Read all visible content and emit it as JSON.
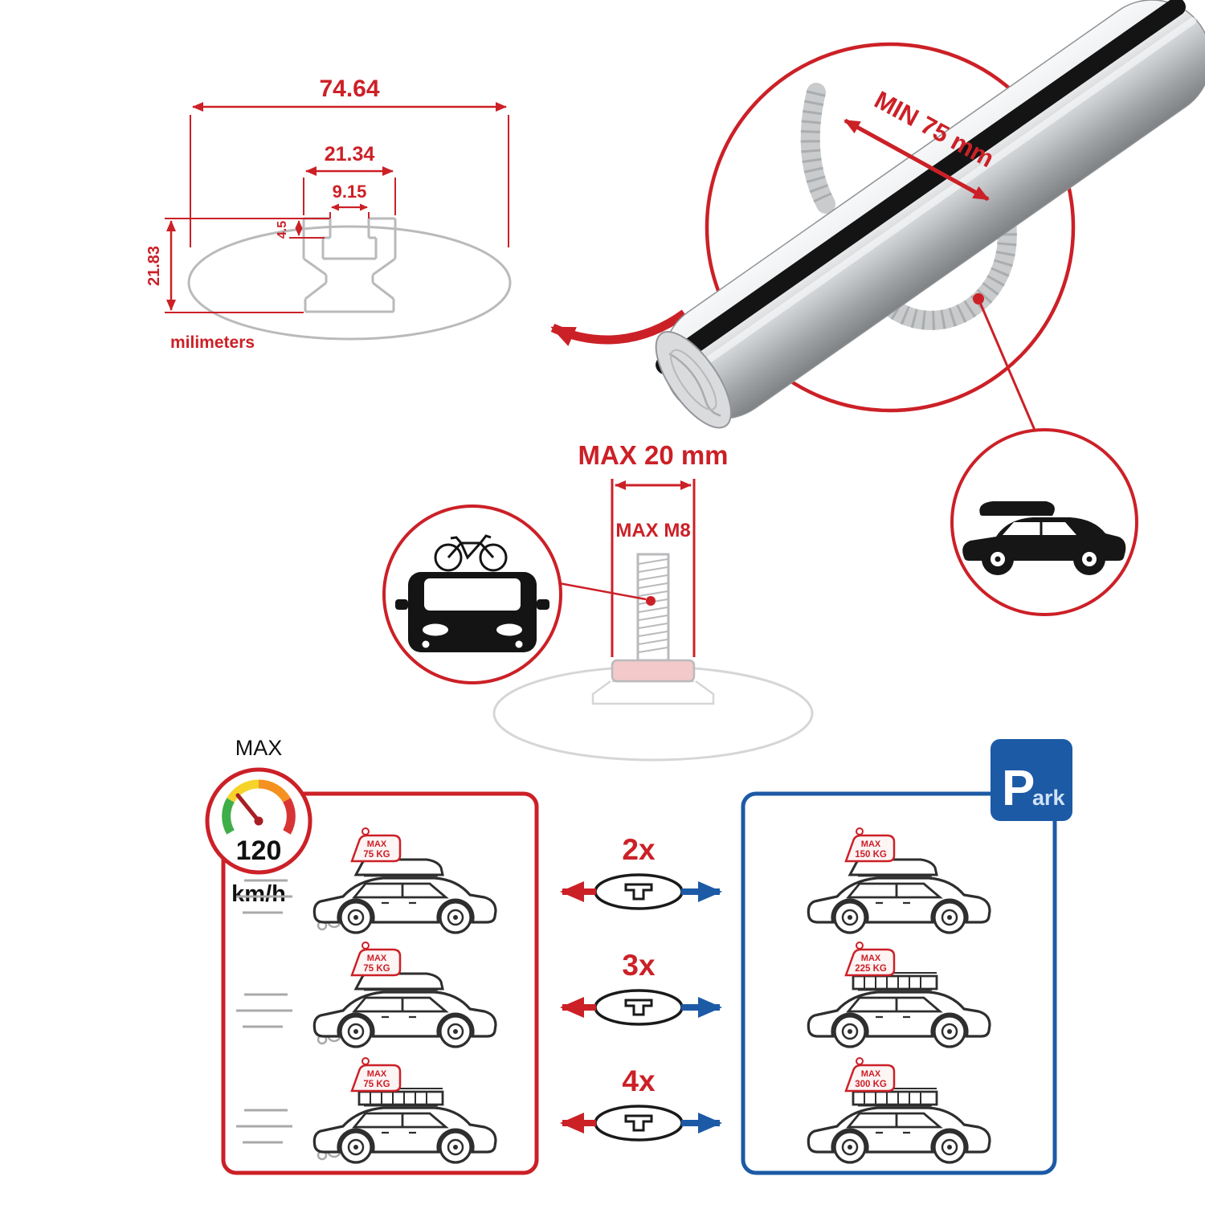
{
  "colors": {
    "red": "#cc2027",
    "blue": "#1c5aa6",
    "gray": "#b9babc",
    "black": "#1a1a1a"
  },
  "tech_drawing": {
    "dim_total_width": "74.64",
    "dim_channel_width": "21.34",
    "dim_slot_width": "9.15",
    "dim_lip_depth": "4.5",
    "dim_profile_height": "21.83",
    "units_label": "milimeters"
  },
  "bar_detail": {
    "min_clamp_span": "MIN 75 mm"
  },
  "bolt_spec": {
    "max_head_width": "MAX 20 mm",
    "max_thread": "MAX M8"
  },
  "speed_limit": {
    "label": "MAX",
    "value": "120",
    "unit": "km/h"
  },
  "park_sign": {
    "letter": "P",
    "rest": "ark"
  },
  "crossbar_options": [
    {
      "count": "2x",
      "driving_load": {
        "label": "MAX",
        "value": "75 KG"
      },
      "parked_load": {
        "label": "MAX",
        "value": "150 KG"
      }
    },
    {
      "count": "3x",
      "driving_load": {
        "label": "MAX",
        "value": "75 KG"
      },
      "parked_load": {
        "label": "MAX",
        "value": "225 KG"
      }
    },
    {
      "count": "4x",
      "driving_load": {
        "label": "MAX",
        "value": "75 KG"
      },
      "parked_load": {
        "label": "MAX",
        "value": "300 KG"
      }
    }
  ]
}
